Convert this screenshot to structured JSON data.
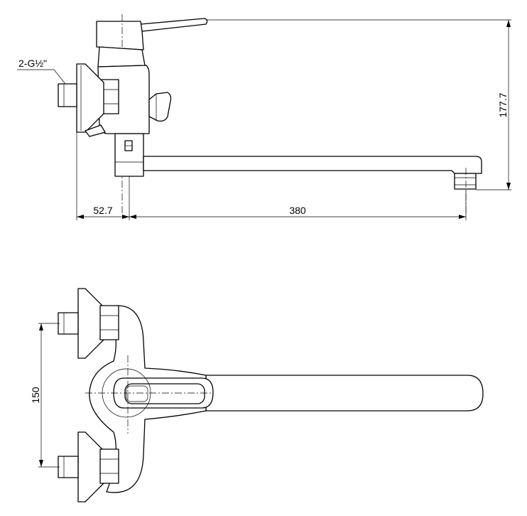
{
  "dimensions": {
    "thread": "2-G½\"",
    "height": "177.7",
    "offset": "52.7",
    "spout_length": "380",
    "inlet_spacing": "150"
  }
}
